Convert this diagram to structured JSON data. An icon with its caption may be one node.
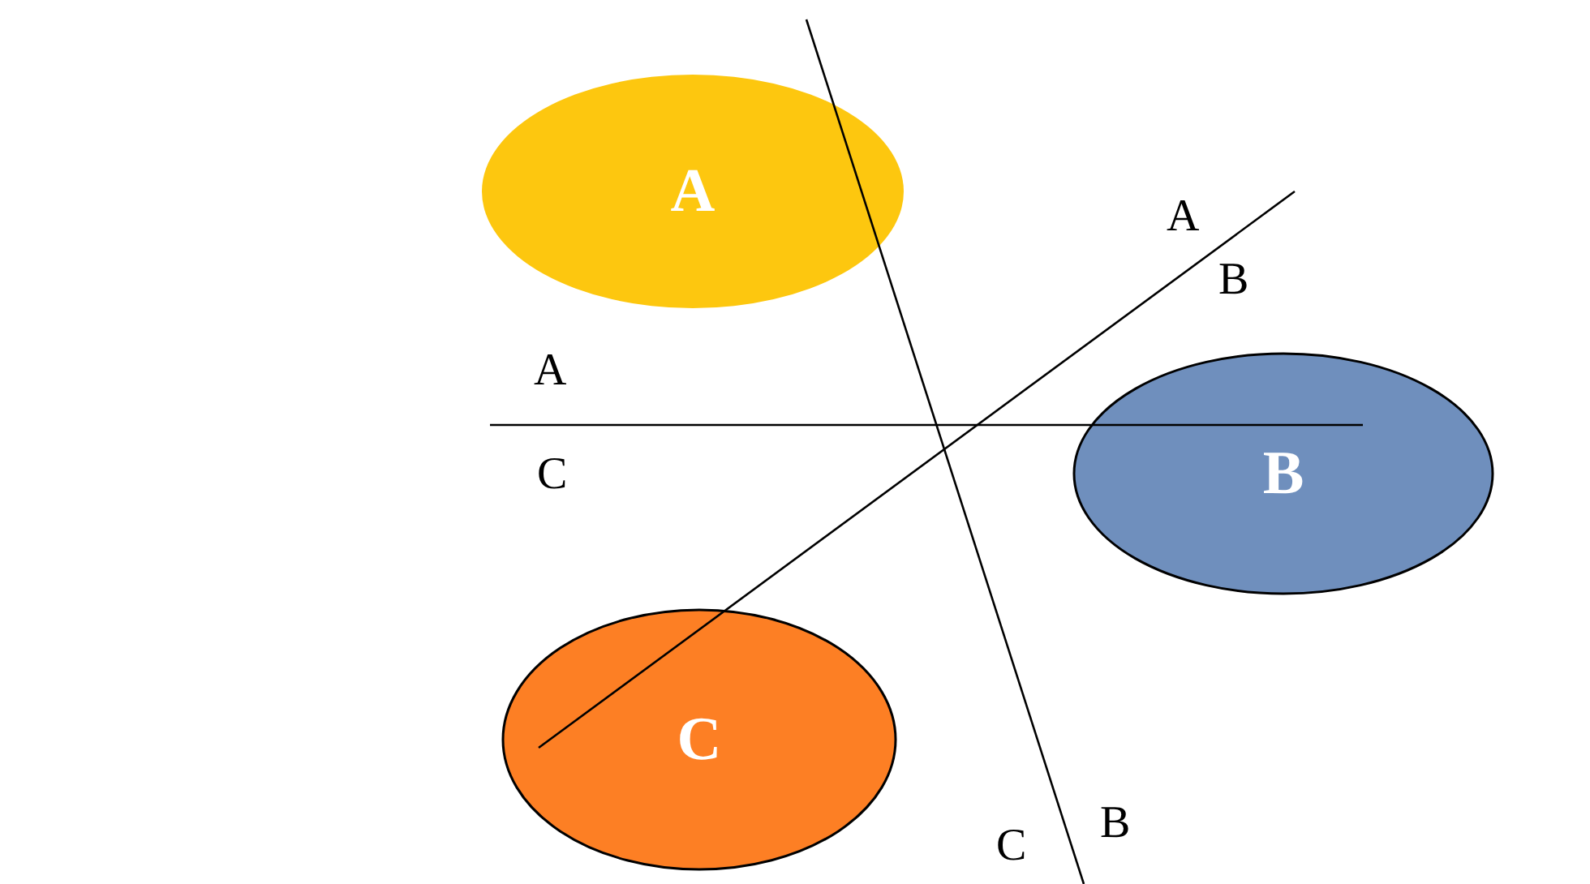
{
  "diagram": {
    "nodes": [
      {
        "text": [
          "A"
        ]
      },
      {
        "text": [
          "B"
        ]
      },
      {
        "text": [
          "C"
        ]
      }
    ],
    "labels": [
      "A",
      "B",
      "A",
      "C",
      "B",
      "C"
    ]
  }
}
